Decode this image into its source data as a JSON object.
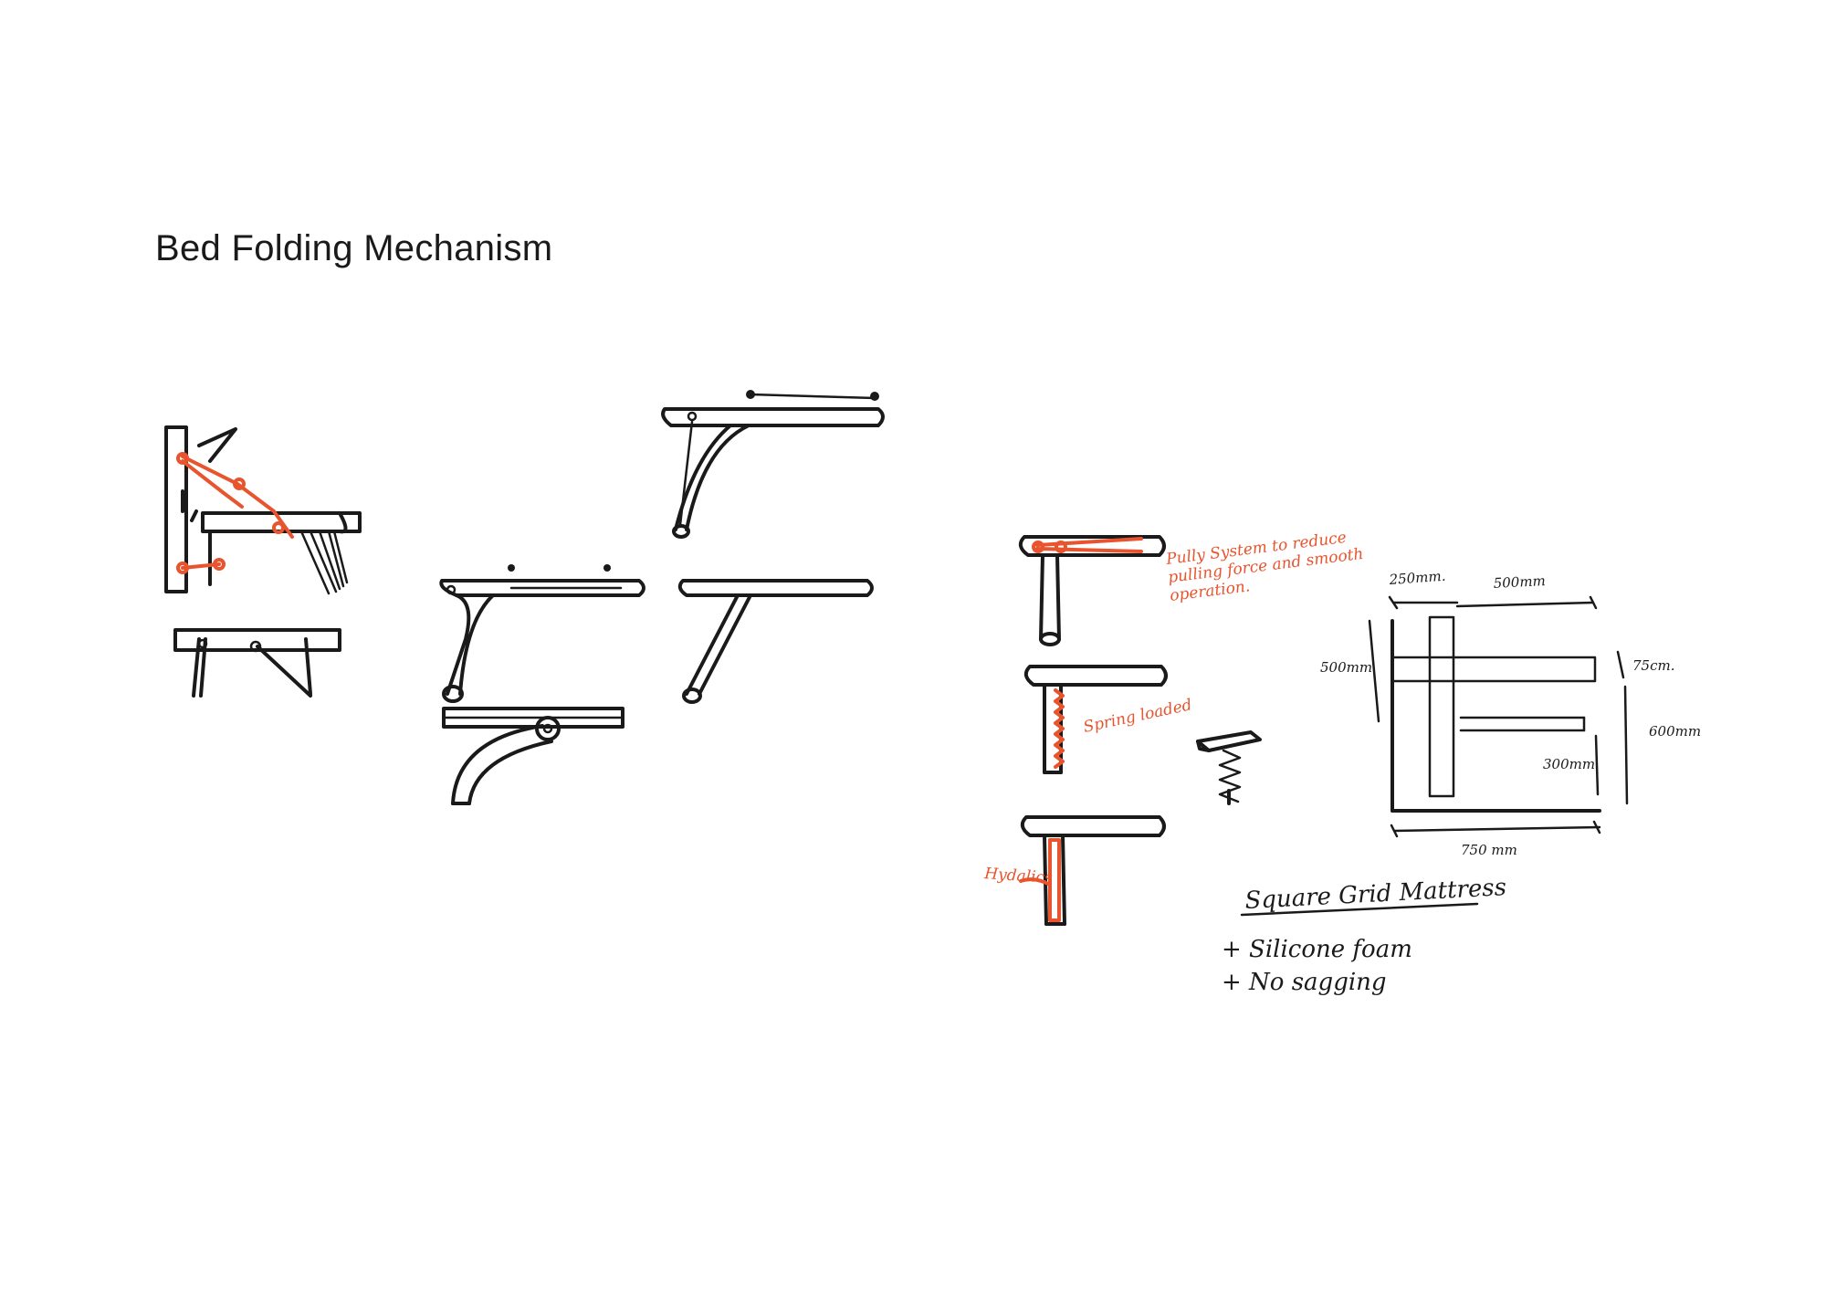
{
  "title": "Bed Folding Mechanism",
  "colors": {
    "ink": "#1a1a1a",
    "accent": "#e8542e"
  },
  "annotations": {
    "pulley_line1": "Pully System to reduce",
    "pulley_line2": "pulling force and smooth",
    "pulley_line3": "operation.",
    "spring": "Spring loaded",
    "hydraulics": "Hydalics"
  },
  "dimensions": {
    "d250": "250mm.",
    "d500_top": "500mm",
    "d500_left": "500mm",
    "d75": "75cm.",
    "d600": "600mm",
    "d300": "300mm",
    "d750": "750 mm"
  },
  "mattress": {
    "heading": "Square Grid Mattress",
    "items": [
      "+ Silicone foam",
      "+ No sagging"
    ]
  }
}
